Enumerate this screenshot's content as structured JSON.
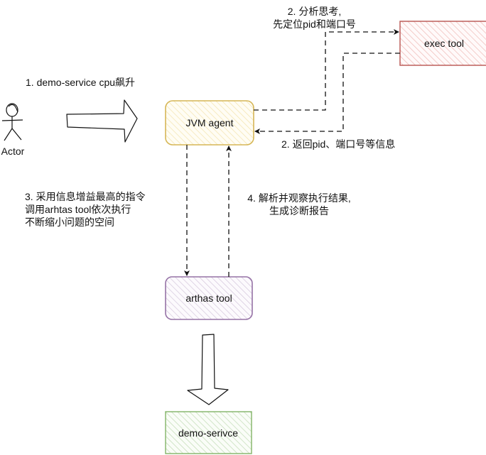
{
  "diagram": {
    "actor": {
      "label": "Actor"
    },
    "nodes": {
      "jvm_agent": {
        "label": "JVM agent",
        "stroke": "#d6b656",
        "fill": "#fff2cc"
      },
      "exec_tool": {
        "label": "exec tool",
        "stroke": "#b85450",
        "fill": "#f8cecc"
      },
      "arthas_tool": {
        "label": "arthas tool",
        "stroke": "#9673a6",
        "fill": "#e1d5e7"
      },
      "demo_service": {
        "label": "demo-serivce",
        "stroke": "#82b366",
        "fill": "#d5e8d4"
      }
    },
    "edges": {
      "step1": {
        "label": "1. demo-service cpu飙升"
      },
      "step2_out": {
        "line1": "2. 分析思考,",
        "line2": "先定位pid和端口号"
      },
      "step2_back": {
        "label": "2. 返回pid、端口号等信息"
      },
      "step3": {
        "line1": "3. 采用信息增益最高的指令",
        "line2": "调用arhtas tool依次执行",
        "line3": "不断缩小问题的空间"
      },
      "step4": {
        "line1": "4. 解析并观察执行结果,",
        "line2": "生成诊断报告"
      }
    }
  }
}
